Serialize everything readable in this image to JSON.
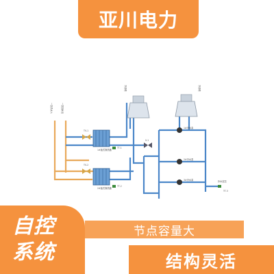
{
  "header": {
    "brand": "亚川电力"
  },
  "tag": {
    "line1": "自控",
    "line2": "系统"
  },
  "features": {
    "item1": "节点容量大",
    "item2": "结构灵活"
  },
  "colors": {
    "accent": "#f5923e",
    "accent_light": "#f7a257",
    "pipe_blue": "#4a86c8",
    "pipe_orange": "#e8a858"
  },
  "diagram": {
    "labels": {
      "supply_in": "一次供水入",
      "return_out": "一次回水出",
      "tower1": "冷却塔",
      "tower2": "冷却塔",
      "hx1": "1#板式换热器",
      "hx2": "2#板式换热器",
      "tv1": "TV-1",
      "tv2": "TV-2",
      "p1": "1#冷水泵",
      "p2": "2#冷水泵",
      "p3": "3#冷水泵",
      "v1": "V-1",
      "tt1": "TT-1",
      "tt2": "TT-2",
      "tt3": "TT-3",
      "makeup": "补水定压"
    }
  }
}
